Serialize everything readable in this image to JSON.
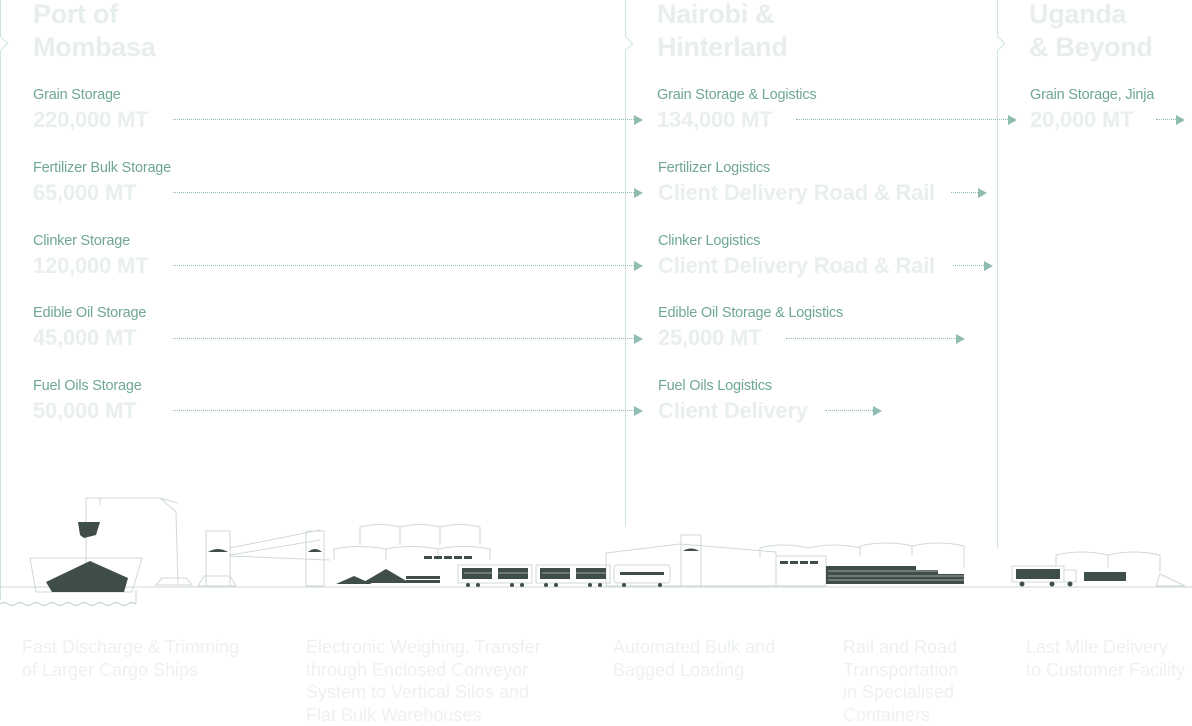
{
  "regions": [
    {
      "title_line1": "Port of",
      "title_line2": "Mombasa"
    },
    {
      "title_line1": "Nairobi &",
      "title_line2": "Hinterland"
    },
    {
      "title_line1": "Uganda",
      "title_line2": "& Beyond"
    }
  ],
  "mombasa_items": [
    {
      "label": "Grain Storage",
      "value": "220,000 MT"
    },
    {
      "label": "Fertilizer Bulk Storage",
      "value": "65,000 MT"
    },
    {
      "label": "Clinker Storage",
      "value": "120,000 MT"
    },
    {
      "label": "Edible Oil Storage",
      "value": "45,000 MT"
    },
    {
      "label": "Fuel Oils Storage",
      "value": "50,000 MT"
    }
  ],
  "nairobi_items": [
    {
      "label": "Grain Storage & Logistics",
      "value": "134,000 MT"
    },
    {
      "label": "Fertilizer Logistics",
      "value": "Client Delivery Road & Rail"
    },
    {
      "label": "Clinker Logistics",
      "value": "Client Delivery Road & Rail"
    },
    {
      "label": "Edible Oil Storage & Logistics",
      "value": "25,000 MT"
    },
    {
      "label": "Fuel Oils Logistics",
      "value": "Client Delivery"
    }
  ],
  "uganda_items": [
    {
      "label": "Grain Storage, Jinja",
      "value": "20,000 MT"
    }
  ],
  "captions": [
    {
      "lines": [
        "Fast Discharge & Trimming",
        "of Larger Cargo Ships"
      ]
    },
    {
      "lines": [
        "Electronic Weighing, Transfer",
        "through Enclosed Conveyor",
        "System to Vertical Silos and",
        "Flat Bulk Warehouses"
      ]
    },
    {
      "lines": [
        "Automated Bulk and",
        "Bagged Loading"
      ]
    },
    {
      "lines": [
        "Rail and Road",
        "Transportation",
        "in Specialised",
        "Containers"
      ]
    },
    {
      "lines": [
        "Last Mile Delivery",
        "to Customer Facility"
      ]
    }
  ],
  "colors": {
    "accent": "#6fa698",
    "line": "#cfe3dc",
    "dark": "#3f4d4b",
    "faded": "#e8eeec"
  }
}
